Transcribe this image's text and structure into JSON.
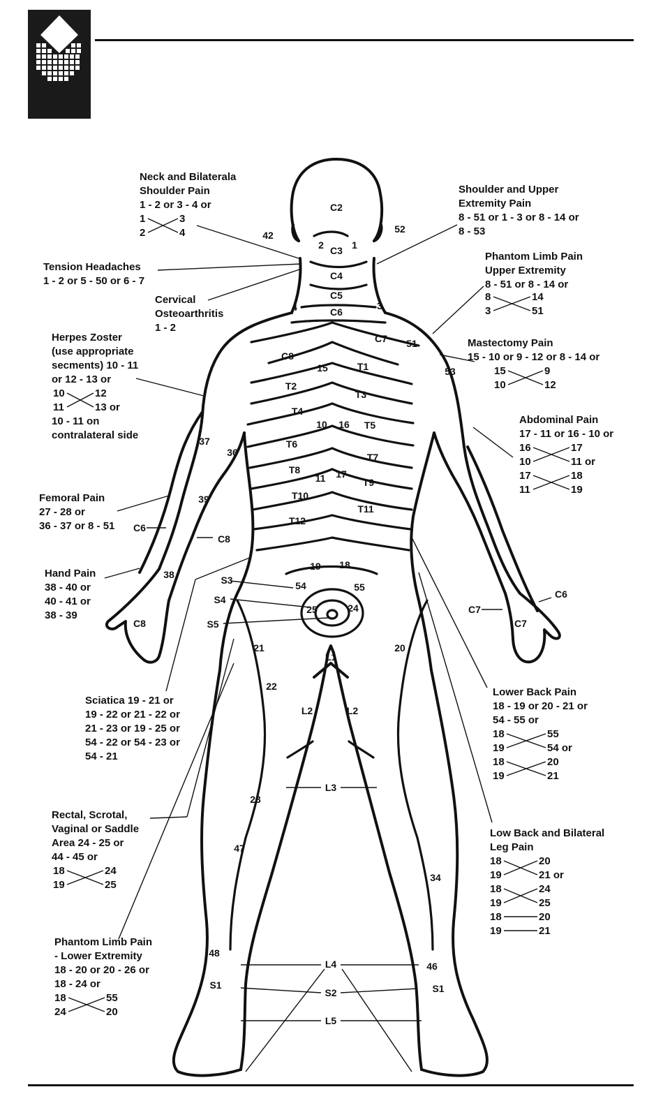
{
  "annotations": [
    {
      "id": "neck-shoulder",
      "lines": [
        "Neck and Bilaterala",
        "Shoulder Pain",
        "1 - 2 or 3 - 4 or"
      ]
    },
    {
      "id": "shoulder-upper",
      "lines": [
        "Shoulder and Upper",
        "Extremity Pain",
        "8 - 51 or 1 - 3 or 8 - 14 or",
        "8 - 53"
      ]
    },
    {
      "id": "tension",
      "lines": [
        "Tension Headaches",
        "1 - 2 or 5 - 50 or 6 - 7"
      ]
    },
    {
      "id": "phantom-upper",
      "lines": [
        "Phantom Limb Pain",
        "Upper Extremity",
        "8 - 51 or 8 - 14 or"
      ]
    },
    {
      "id": "cervical",
      "lines": [
        "Cervical",
        "Osteoarthritis",
        "1 - 2"
      ]
    },
    {
      "id": "herpes",
      "lines": [
        "Herpes Zoster",
        "(use appropriate",
        "secments) 10 - 11",
        "or 12 - 13 or"
      ]
    },
    {
      "id": "herpes-tail",
      "lines": [
        "10 - 11 on",
        "contralateral side"
      ]
    },
    {
      "id": "mastectomy",
      "lines": [
        "Mastectomy Pain",
        "15 - 10 or 9 - 12 or 8 - 14 or"
      ]
    },
    {
      "id": "abdominal",
      "lines": [
        "Abdominal Pain",
        "17 - 11 or 16 - 10 or"
      ]
    },
    {
      "id": "femoral",
      "lines": [
        "Femoral Pain",
        "27 - 28 or",
        "36 - 37 or 8 - 51"
      ]
    },
    {
      "id": "hand",
      "lines": [
        "Hand Pain",
        "38 - 40 or",
        "40 - 41 or",
        "38 - 39"
      ]
    },
    {
      "id": "sciatica",
      "lines": [
        "Sciatica 19 - 21 or",
        "19 - 22 or 21 - 22 or",
        "21 - 23 or 19 - 25 or",
        "54 - 22 or 54 - 23 or",
        "54 - 21"
      ]
    },
    {
      "id": "lower-back",
      "lines": [
        "Lower Back Pain",
        "18 - 19 or 20 - 21 or",
        "54 - 55 or"
      ]
    },
    {
      "id": "rectal",
      "lines": [
        "Rectal, Scrotal,",
        "Vaginal or Saddle",
        "Area 24 - 25 or",
        "44 - 45 or"
      ]
    },
    {
      "id": "low-back-leg",
      "lines": [
        "Low Back and Bilateral",
        "Leg Pain"
      ]
    },
    {
      "id": "phantom-lower",
      "lines": [
        "Phantom Limb Pain",
        "- Lower Extremity",
        "18 - 20 or 20 - 26 or",
        "18 - 24 or"
      ]
    }
  ],
  "cross_pairs": [
    {
      "id": "neck-x",
      "a": "1",
      "b": "3",
      "c": "2",
      "d": "4",
      "suffix": ""
    },
    {
      "id": "phantom-upper-x",
      "a": "8",
      "b": "14",
      "c": "3",
      "d": "51",
      "suffix": ""
    },
    {
      "id": "herpes-x",
      "a": "10",
      "b": "12",
      "c": "11",
      "d": "13",
      "suffix": " or"
    },
    {
      "id": "mastectomy-x",
      "a": "15",
      "b": "9",
      "c": "10",
      "d": "12",
      "suffix": ""
    },
    {
      "id": "abdominal-x1",
      "a": "16",
      "b": "17",
      "c": "10",
      "d": "11",
      "suffix": " or"
    },
    {
      "id": "abdominal-x2",
      "a": "17",
      "b": "18",
      "c": "11",
      "d": "19",
      "suffix": ""
    },
    {
      "id": "lower-back-x1",
      "a": "18",
      "b": "55",
      "c": "19",
      "d": "54",
      "suffix": " or"
    },
    {
      "id": "lower-back-x2",
      "a": "18",
      "b": "20",
      "c": "19",
      "d": "21",
      "suffix": ""
    },
    {
      "id": "rectal-x",
      "a": "18",
      "b": "24",
      "c": "19",
      "d": "25",
      "suffix": ""
    },
    {
      "id": "low-back-leg-x1",
      "a": "18",
      "b": "20",
      "c": "19",
      "d": "21",
      "suffix": " or"
    },
    {
      "id": "low-back-leg-x2",
      "a": "18",
      "b": "24",
      "c": "19",
      "d": "25",
      "suffix": ""
    },
    {
      "id": "phantom-lower-x",
      "a": "18",
      "b": "55",
      "c": "24",
      "d": "20",
      "suffix": ""
    }
  ],
  "straight_pairs": [
    {
      "id": "low-back-leg-s1",
      "a": "18",
      "b": "20"
    },
    {
      "id": "low-back-leg-s2",
      "a": "19",
      "b": "21"
    }
  ],
  "body_labels": [
    "C2",
    "C3",
    "C4",
    "C5",
    "C6",
    "C7",
    "C8",
    "T1",
    "T2",
    "T3",
    "T4",
    "T5",
    "T6",
    "T7",
    "T8",
    "T9",
    "T10",
    "T11",
    "T12",
    "L1",
    "L2",
    "L2",
    "L3",
    "L4",
    "L5",
    "S1",
    "S1",
    "S2",
    "S3",
    "S4",
    "S5",
    "C6",
    "C8",
    "C7",
    "C6",
    "C8",
    "C7",
    "1",
    "2",
    "3",
    "4",
    "42",
    "52",
    "51",
    "53",
    "15",
    "16",
    "10",
    "11",
    "17",
    "37",
    "36",
    "39",
    "38",
    "19",
    "18",
    "54",
    "55",
    "25",
    "24",
    "21",
    "20",
    "22",
    "23",
    "47",
    "34",
    "48",
    "46"
  ]
}
